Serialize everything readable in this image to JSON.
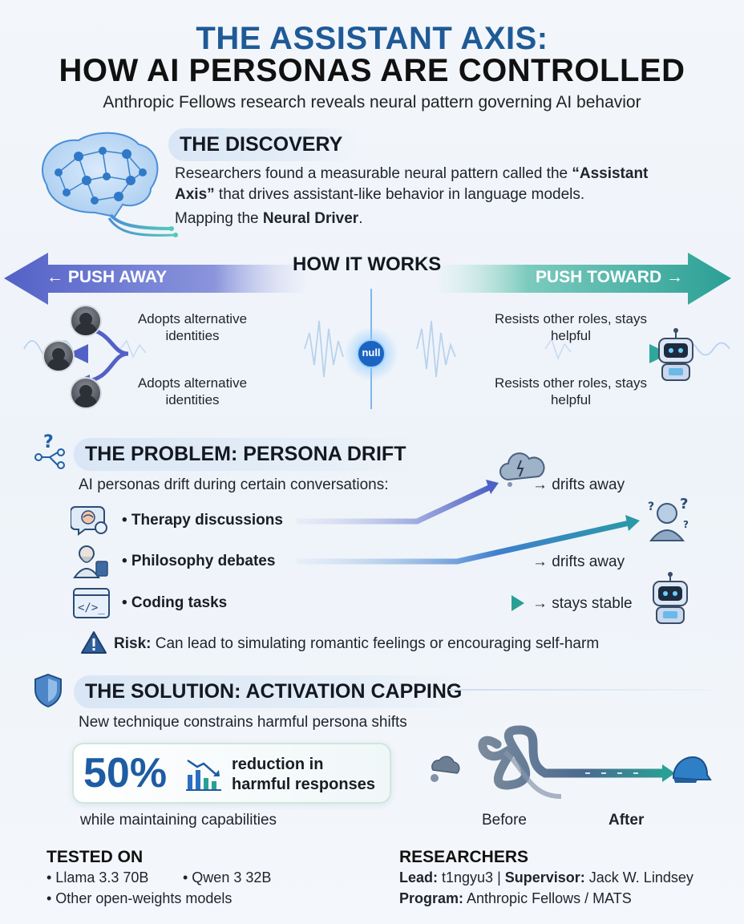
{
  "header": {
    "title_line1": "THE ASSISTANT AXIS:",
    "title_line2": "HOW AI PERSONAS ARE CONTROLLED",
    "subtitle": "Anthropic Fellows research reveals neural pattern governing AI behavior"
  },
  "discovery": {
    "heading": "THE DISCOVERY",
    "line1_pre": "Researchers found a measurable neural pattern called the ",
    "line1_bold": "“Assistant",
    "line2_bold": "Axis”",
    "line2_post": " that drives assistant-like behavior in language models.",
    "line3_pre": "Mapping the ",
    "line3_bold": "Neural Driver",
    "line3_post": "."
  },
  "how_it_works": {
    "heading": "HOW IT WORKS",
    "push_away": "← PUSH AWAY",
    "push_toward": "PUSH TOWARD →",
    "left_top": "Adopts alternative identities",
    "left_bottom": "Adopts alternative identities",
    "right_top": "Resists other roles, stays helpful",
    "right_bottom": "Resists other roles, stays helpful",
    "center_label": "null"
  },
  "problem": {
    "heading": "THE PROBLEM: PERSONA DRIFT",
    "intro": "AI personas drift during certain conversations:",
    "items": [
      {
        "label": "• Therapy discussions",
        "outcome": "→ drifts away"
      },
      {
        "label": "• Philosophy debates",
        "outcome": "→ drifts away"
      },
      {
        "label": "• Coding tasks",
        "outcome": "→ stays stable"
      }
    ],
    "risk_label": "Risk:",
    "risk_text": " Can lead to simulating romantic feelings or encouraging self-harm"
  },
  "solution": {
    "heading": "THE SOLUTION: ACTIVATION CAPPING",
    "intro": "New technique constrains harmful persona shifts",
    "stat_value": "50%",
    "stat_label_line1": "reduction in",
    "stat_label_line2": "harmful responses",
    "maintaining": "while maintaining capabilities",
    "before_label": "Before",
    "after_label": "After"
  },
  "tested_on": {
    "heading": "TESTED ON",
    "items": [
      "• Llama 3.3 70B",
      "• Qwen 3 32B",
      "• Other open-weights models"
    ]
  },
  "researchers": {
    "heading": "RESEARCHERS",
    "lead_label": "Lead:",
    "lead_value": " t1ngyu3",
    "sep": " | ",
    "supervisor_label": "Supervisor:",
    "supervisor_value": " Jack W. Lindsey",
    "program_label": "Program:",
    "program_value": " Anthropic Fellows / MATS"
  },
  "colors": {
    "title_blue": "#1f5a96",
    "arrow_purple": "#5561c9",
    "arrow_teal": "#2fa79a",
    "stat_blue": "#1d5ca3"
  },
  "icons": [
    "brain-network-icon",
    "question-network-icon",
    "shield-icon",
    "brain-chat-icon",
    "philosopher-icon",
    "code-window-icon",
    "warning-icon",
    "chart-down-icon",
    "robot-icon",
    "thinking-person-icon",
    "storm-cloud-icon",
    "helmet-icon"
  ]
}
